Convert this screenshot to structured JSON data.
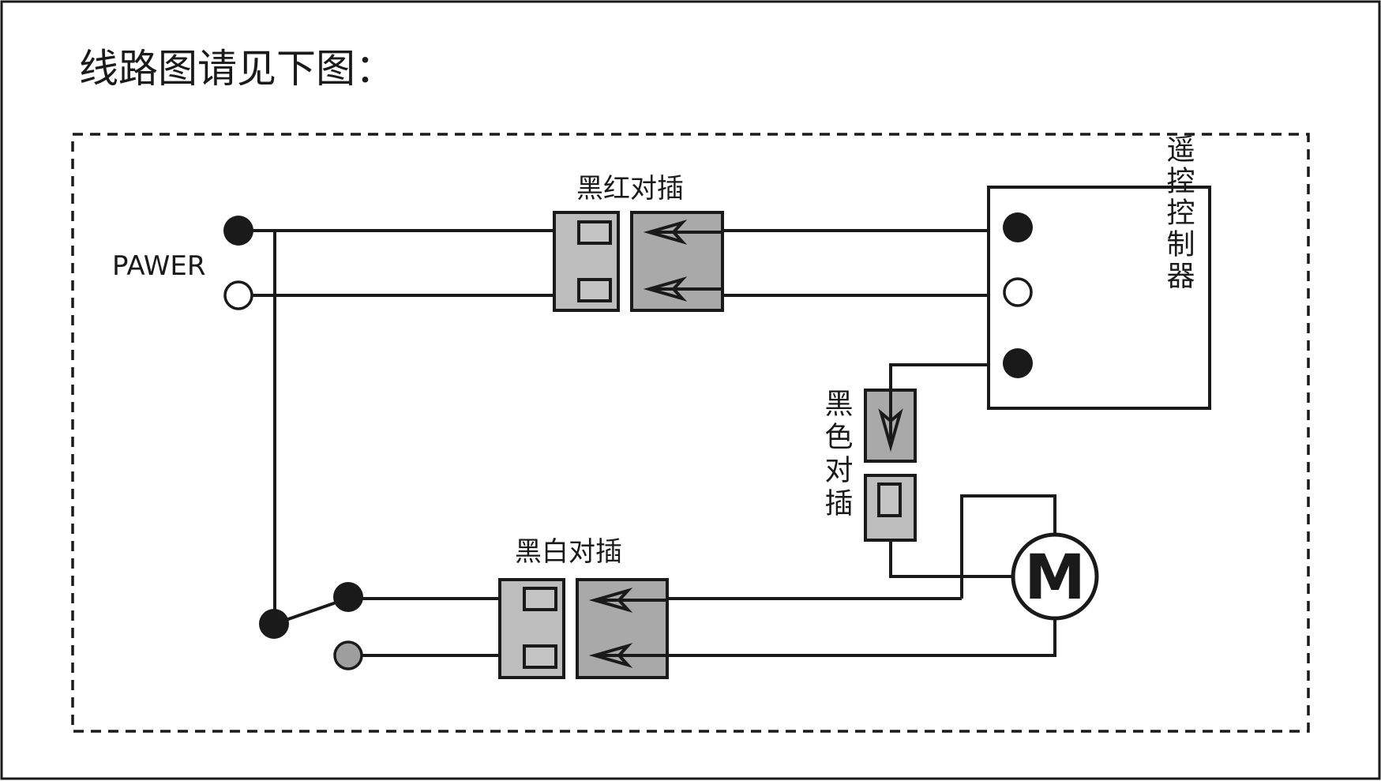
{
  "title": "线路图请见下图：",
  "labels": {
    "power": "PAWER",
    "black_red_plug": "黑红对插",
    "black_white_plug": "黑白对插",
    "black_plug": "黑色对插",
    "remote_controller": "遥控控制器",
    "motor": "M"
  }
}
